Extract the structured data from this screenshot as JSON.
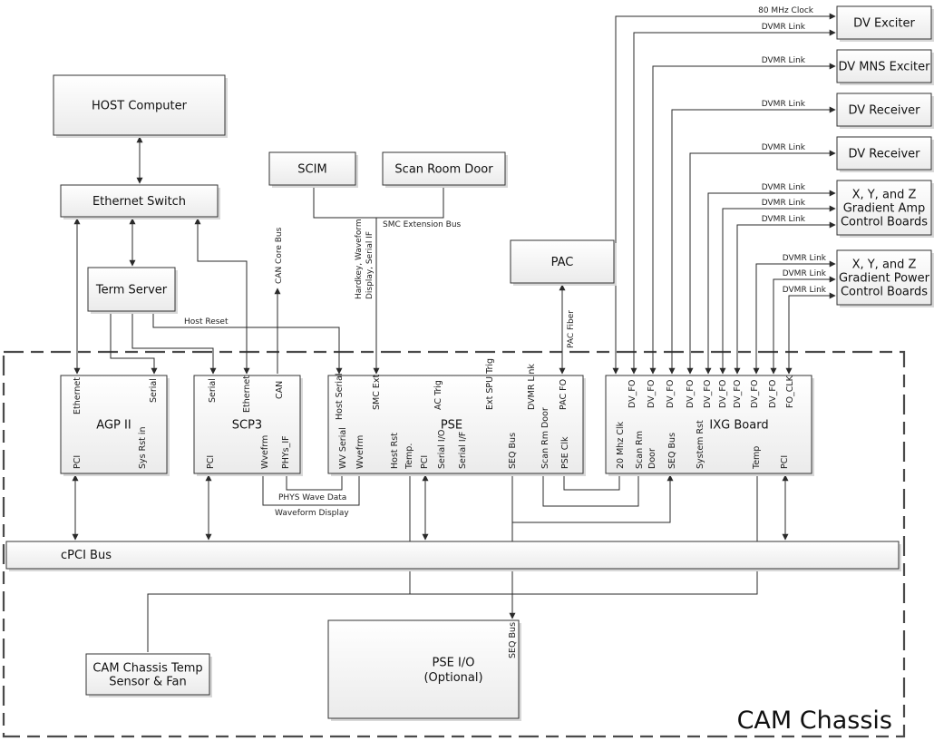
{
  "title": "CAM Chassis System Block Diagram",
  "chassis_label": "CAM Chassis",
  "components": {
    "host_computer": "HOST Computer",
    "ethernet_switch": "Ethernet Switch",
    "term_server": "Term Server",
    "scim": "SCIM",
    "scan_room_door": "Scan Room Door",
    "pac": "PAC",
    "dv_exciter": "DV Exciter",
    "dv_mns_exciter": "DV MNS Exciter",
    "dv_receiver_1": "DV Receiver",
    "dv_receiver_2": "DV Receiver",
    "gradient_amp": [
      "X, Y, and Z",
      "Gradient Amp",
      "Control Boards"
    ],
    "gradient_power": [
      "X, Y, and Z",
      "Gradient Power",
      "Control Boards"
    ],
    "agp": "AGP II",
    "scp3": "SCP3",
    "pse": "PSE",
    "ixg": "IXG Board",
    "cpci_bus": "cPCI Bus",
    "temp_sensor": [
      "CAM Chassis Temp",
      "Sensor & Fan"
    ],
    "pse_io": [
      "PSE I/O",
      "(Optional)"
    ]
  },
  "ports": {
    "agp_top": [
      "Ethernet",
      "Serial"
    ],
    "agp_bottom": [
      "PCI",
      "Sys Rst in"
    ],
    "scp3_top": [
      "Serial",
      "Ethernet",
      "CAN"
    ],
    "scp3_bottom": [
      "PCI",
      "Wvefrm",
      "PHYs_IF"
    ],
    "pse_top": [
      "Host Serial",
      "SMC Ext",
      "AC Trig",
      "Ext SPU Trig",
      "DVMR Link",
      "PAC FO"
    ],
    "pse_bottom": [
      "WV Serial",
      "Wvefrm",
      "Host Rst",
      "Temp.",
      "PCI",
      "Serial I/O",
      "Serial I/F",
      "SEQ Bus",
      "Scan Rm Door",
      "PSE Clk"
    ],
    "ixg_top": [
      "DV_FO",
      "DV_FO",
      "DV_FO",
      "DV_FO",
      "DV_FO",
      "DV_FO",
      "DV_FO",
      "DV_FO",
      "DV_FO",
      "FO_CLK"
    ],
    "ixg_bottom": [
      "20 Mhz Clk",
      "Scan Rm",
      "Door",
      "SEQ Bus",
      "System Rst",
      "Temp",
      "PCI"
    ],
    "pse_io_top": [
      "SEQ Bus"
    ]
  },
  "wire_labels": {
    "clock": "80 MHz Clock",
    "dvmr_link": "DVMR Link",
    "can_core_bus": "CAN Core Bus",
    "smc_extension_bus": "SMC Extension Bus",
    "hardkey": [
      "Hardkey, Waveform",
      "Display, Serial IF"
    ],
    "host_reset": "Host Reset",
    "pac_fiber": "PAC Fiber",
    "phys_wave_data": "PHYS Wave Data",
    "waveform_display": "Waveform Display"
  },
  "colors": {
    "box_top": "#ffffff",
    "box_bottom": "#ececec",
    "stroke": "#333333"
  }
}
